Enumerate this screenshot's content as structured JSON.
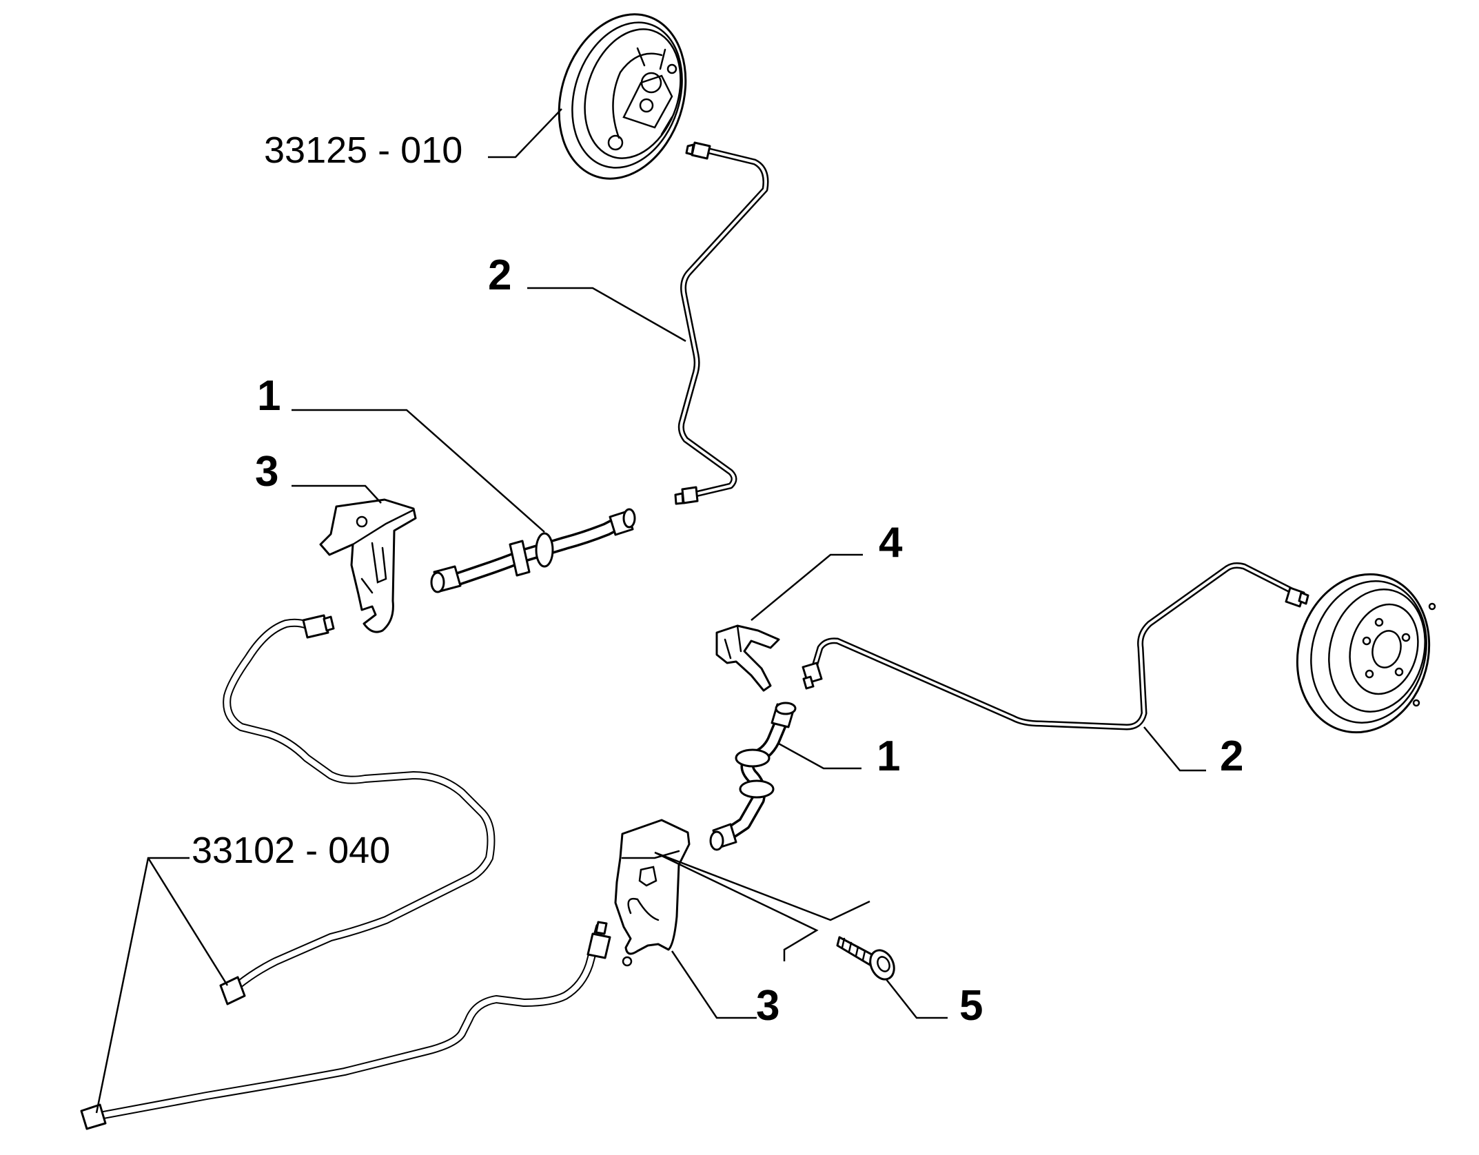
{
  "callouts": {
    "ref_drum_backplate": "33125 - 010",
    "ref_ghost_pipes": "33102 - 040",
    "brake_pipe_upper": "2",
    "brake_pipe_right": "2",
    "flexible_hose_left": "1",
    "flexible_hose_right": "1",
    "bracket_left": "3",
    "bracket_right": "3",
    "clip": "4",
    "screw": "5"
  },
  "colors": {
    "line": "#000000",
    "background": "#ffffff"
  }
}
